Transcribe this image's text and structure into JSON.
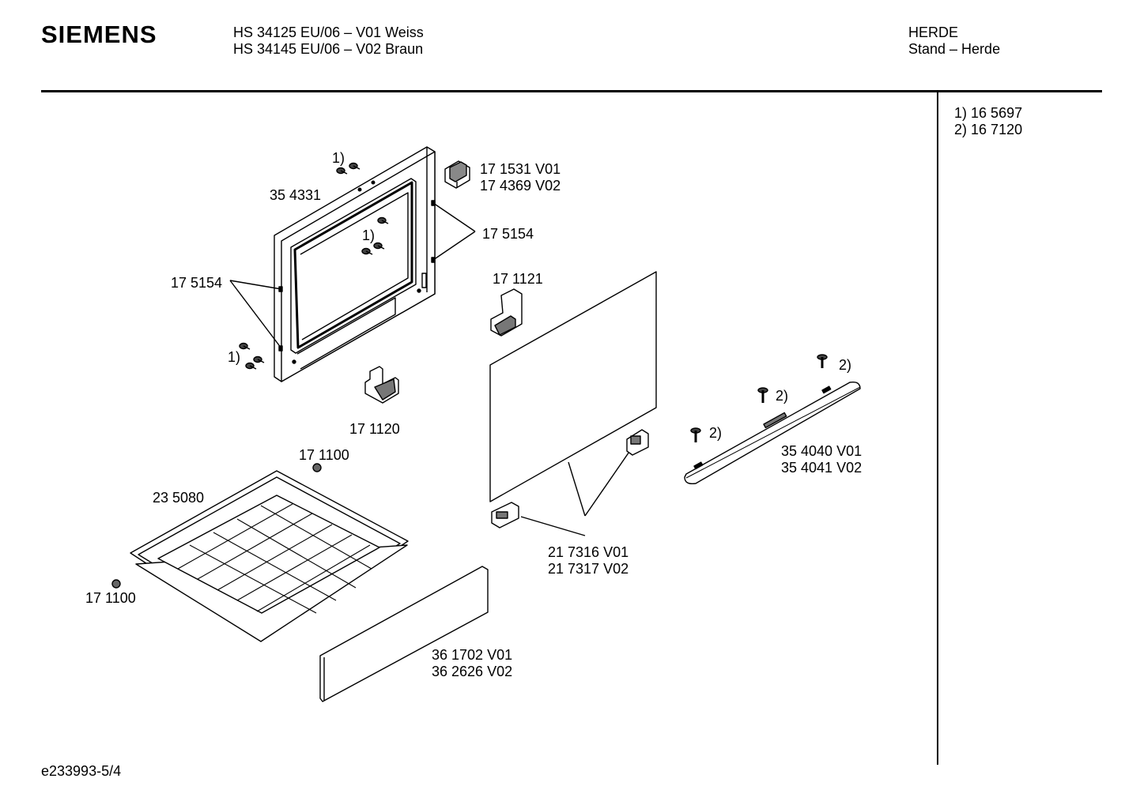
{
  "header": {
    "brand": "SIEMENS",
    "model_line_1": "HS 34125 EU/06 – V01 Weiss",
    "model_line_2": "HS 34145 EU/06 – V02 Braun",
    "category_line_1": "HERDE",
    "category_line_2": "Stand – Herde"
  },
  "notes": {
    "note_1": "1)",
    "value_1": "16 5697",
    "note_2": "2)",
    "value_2": "16 7120"
  },
  "parts": {
    "door_frame": "35 4331",
    "hinge_top_v01": "17 1531 V01",
    "hinge_top_v02": "17 4369 V02",
    "clip_right": "17 5154",
    "clip_left": "17 5154",
    "bracket_upper": "17 1121",
    "bracket_lower": "17 1120",
    "foot_top": "17 1100",
    "foot_bottom": "17 1100",
    "tray": "23 5080",
    "glass_v01": "21 7316 V01",
    "glass_v02": "21 7317 V02",
    "handle_v01": "35 4040 V01",
    "handle_v02": "35 4041 V02",
    "panel_v01": "36 1702 V01",
    "panel_v02": "36 2626 V02"
  },
  "callouts": {
    "screw_ref_1": "1)",
    "screw_ref_2": "2)"
  },
  "footer": {
    "document_id": "e233993-5/4"
  }
}
